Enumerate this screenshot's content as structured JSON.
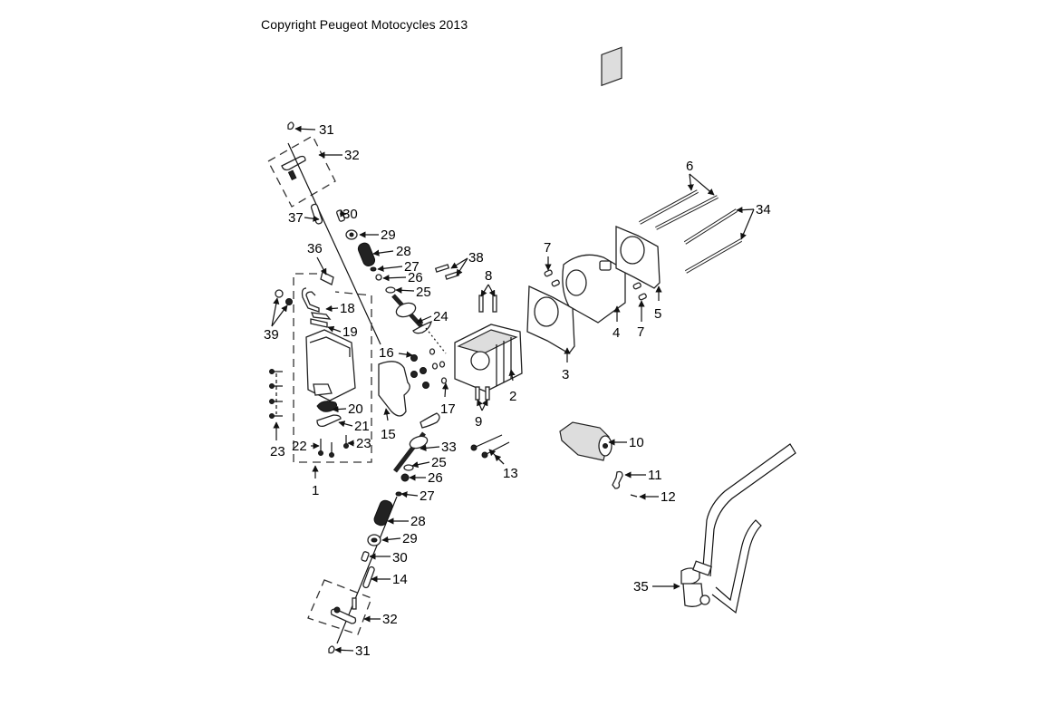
{
  "header": {
    "copyright": "Copyright Peugeot Motocycles 2013"
  },
  "diagram": {
    "title": "Cylinder head / cylinder exploded view",
    "callouts": [
      {
        "id": "c1",
        "label": "1",
        "part": "cylinder-head-cover-assembly"
      },
      {
        "id": "c2",
        "label": "2",
        "part": "cylinder-head"
      },
      {
        "id": "c3",
        "label": "3",
        "part": "cylinder-head-gasket"
      },
      {
        "id": "c4",
        "label": "4",
        "part": "cylinder"
      },
      {
        "id": "c5",
        "label": "5",
        "part": "cylinder-base-gasket"
      },
      {
        "id": "c6",
        "label": "6",
        "part": "stud"
      },
      {
        "id": "c7a",
        "label": "7",
        "part": "dowel-pin"
      },
      {
        "id": "c7b",
        "label": "7",
        "part": "dowel-pin"
      },
      {
        "id": "c8",
        "label": "8",
        "part": "stud"
      },
      {
        "id": "c9",
        "label": "9",
        "part": "dowel-pin"
      },
      {
        "id": "c10",
        "label": "10",
        "part": "camshaft"
      },
      {
        "id": "c11",
        "label": "11",
        "part": "camshaft-retainer"
      },
      {
        "id": "c12",
        "label": "12",
        "part": "screw"
      },
      {
        "id": "c13",
        "label": "13",
        "part": "bolt"
      },
      {
        "id": "c14",
        "label": "14",
        "part": "rocker-shaft"
      },
      {
        "id": "c15",
        "label": "15",
        "part": "cover-gasket"
      },
      {
        "id": "c16",
        "label": "16",
        "part": "nut"
      },
      {
        "id": "c17",
        "label": "17",
        "part": "washer"
      },
      {
        "id": "c18",
        "label": "18",
        "part": "breather-pipe"
      },
      {
        "id": "c19",
        "label": "19",
        "part": "gasket"
      },
      {
        "id": "c20",
        "label": "20",
        "part": "plug"
      },
      {
        "id": "c21",
        "label": "21",
        "part": "plate"
      },
      {
        "id": "c22",
        "label": "22",
        "part": "screw"
      },
      {
        "id": "c23a",
        "label": "23",
        "part": "bolt"
      },
      {
        "id": "c23b",
        "label": "23",
        "part": "bolt"
      },
      {
        "id": "c24",
        "label": "24",
        "part": "intake-valve"
      },
      {
        "id": "c25a",
        "label": "25",
        "part": "valve-seal"
      },
      {
        "id": "c25b",
        "label": "25",
        "part": "valve-seal"
      },
      {
        "id": "c26a",
        "label": "26",
        "part": "spring-seat"
      },
      {
        "id": "c26b",
        "label": "26",
        "part": "spring-seat"
      },
      {
        "id": "c27a",
        "label": "27",
        "part": "seal"
      },
      {
        "id": "c27b",
        "label": "27",
        "part": "seal"
      },
      {
        "id": "c28a",
        "label": "28",
        "part": "valve-spring"
      },
      {
        "id": "c28b",
        "label": "28",
        "part": "valve-spring"
      },
      {
        "id": "c29a",
        "label": "29",
        "part": "spring-retainer"
      },
      {
        "id": "c29b",
        "label": "29",
        "part": "spring-retainer"
      },
      {
        "id": "c30a",
        "label": "30",
        "part": "cotter"
      },
      {
        "id": "c30b",
        "label": "30",
        "part": "cotter"
      },
      {
        "id": "c31a",
        "label": "31",
        "part": "clip"
      },
      {
        "id": "c31b",
        "label": "31",
        "part": "clip"
      },
      {
        "id": "c32a",
        "label": "32",
        "part": "rocker-arm-assembly"
      },
      {
        "id": "c32b",
        "label": "32",
        "part": "rocker-arm-assembly"
      },
      {
        "id": "c33",
        "label": "33",
        "part": "exhaust-valve"
      },
      {
        "id": "c34",
        "label": "34",
        "part": "stud"
      },
      {
        "id": "c35",
        "label": "35",
        "part": "air-injection-valve"
      },
      {
        "id": "c36",
        "label": "36",
        "part": "bracket"
      },
      {
        "id": "c37",
        "label": "37",
        "part": "rocker-shaft"
      },
      {
        "id": "c38",
        "label": "38",
        "part": "pin"
      },
      {
        "id": "c39",
        "label": "39",
        "part": "nut"
      }
    ]
  }
}
